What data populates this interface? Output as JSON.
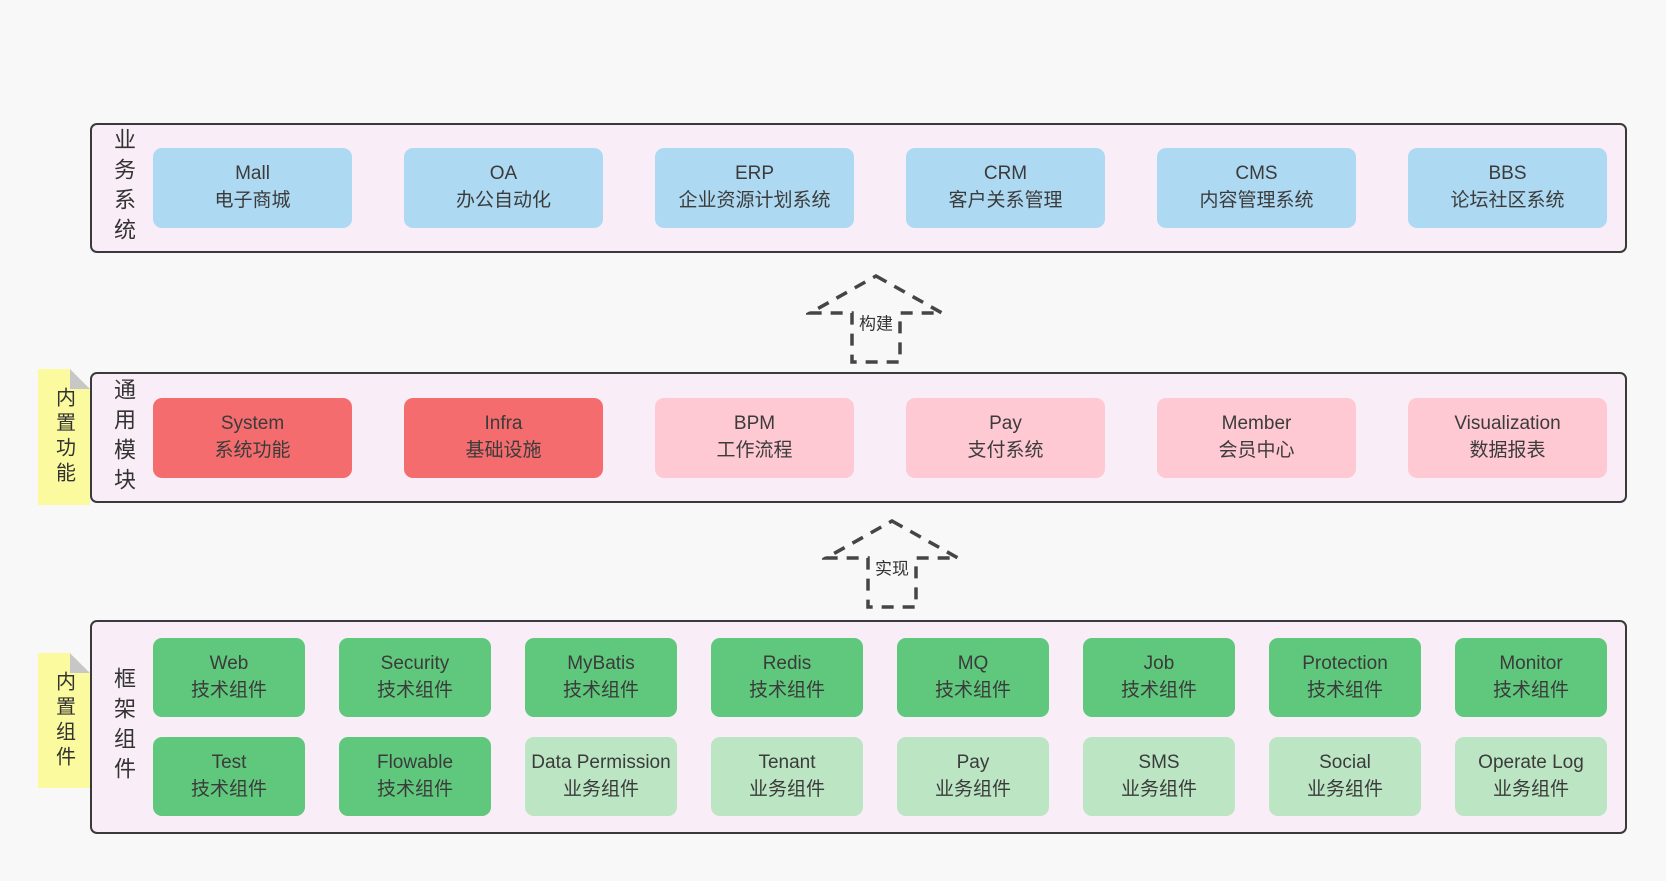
{
  "colors": {
    "page_bg": "#f8f8f8",
    "layer_bg": "#f9eef7",
    "layer_border": "#3a3a3a",
    "blue": "#aed9f2",
    "red": "#f56c6e",
    "pink": "#fec9d2",
    "green": "#5fc87c",
    "light_green": "#bbe5c3",
    "tag_bg": "#fbfa9e",
    "tag_fold": "#c7c7c7",
    "text": "#333333"
  },
  "arrows": [
    {
      "label": "构建"
    },
    {
      "label": "实现"
    }
  ],
  "layers": [
    {
      "label": "业务系统",
      "rows": [
        [
          {
            "name": "Mall",
            "desc": "电子商城",
            "type": "blue"
          },
          {
            "name": "OA",
            "desc": "办公自动化",
            "type": "blue"
          },
          {
            "name": "ERP",
            "desc": "企业资源计划系统",
            "type": "blue"
          },
          {
            "name": "CRM",
            "desc": "客户关系管理",
            "type": "blue"
          },
          {
            "name": "CMS",
            "desc": "内容管理系统",
            "type": "blue"
          },
          {
            "name": "BBS",
            "desc": "论坛社区系统",
            "type": "blue"
          }
        ]
      ]
    },
    {
      "label": "通用模块",
      "tag": "内置功能",
      "rows": [
        [
          {
            "name": "System",
            "desc": "系统功能",
            "type": "red"
          },
          {
            "name": "Infra",
            "desc": "基础设施",
            "type": "red"
          },
          {
            "name": "BPM",
            "desc": "工作流程",
            "type": "pink"
          },
          {
            "name": "Pay",
            "desc": "支付系统",
            "type": "pink"
          },
          {
            "name": "Member",
            "desc": "会员中心",
            "type": "pink"
          },
          {
            "name": "Visualization",
            "desc": "数据报表",
            "type": "pink"
          }
        ]
      ]
    },
    {
      "label": "框架组件",
      "tag": "内置组件",
      "rows": [
        [
          {
            "name": "Web",
            "desc": "技术组件",
            "type": "green"
          },
          {
            "name": "Security",
            "desc": "技术组件",
            "type": "green"
          },
          {
            "name": "MyBatis",
            "desc": "技术组件",
            "type": "green"
          },
          {
            "name": "Redis",
            "desc": "技术组件",
            "type": "green"
          },
          {
            "name": "MQ",
            "desc": "技术组件",
            "type": "green"
          },
          {
            "name": "Job",
            "desc": "技术组件",
            "type": "green"
          },
          {
            "name": "Protection",
            "desc": "技术组件",
            "type": "green"
          },
          {
            "name": "Monitor",
            "desc": "技术组件",
            "type": "green"
          }
        ],
        [
          {
            "name": "Test",
            "desc": "技术组件",
            "type": "green"
          },
          {
            "name": "Flowable",
            "desc": "技术组件",
            "type": "green"
          },
          {
            "name": "Data Permission",
            "desc": "业务组件",
            "type": "light_green"
          },
          {
            "name": "Tenant",
            "desc": "业务组件",
            "type": "light_green"
          },
          {
            "name": "Pay",
            "desc": "业务组件",
            "type": "light_green"
          },
          {
            "name": "SMS",
            "desc": "业务组件",
            "type": "light_green"
          },
          {
            "name": "Social",
            "desc": "业务组件",
            "type": "light_green"
          },
          {
            "name": "Operate Log",
            "desc": "业务组件",
            "type": "light_green"
          }
        ]
      ]
    }
  ]
}
